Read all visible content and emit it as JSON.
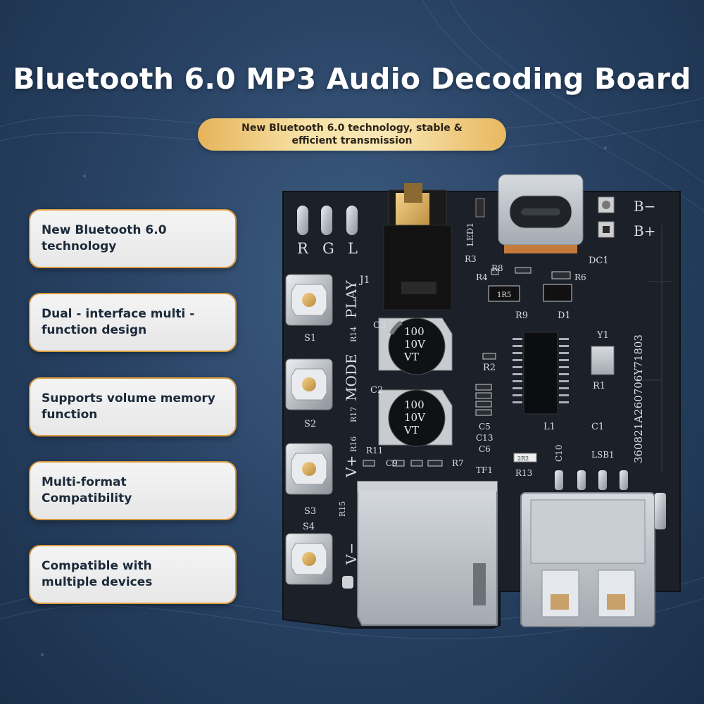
{
  "title": "Bluetooth 6.0 MP3 Audio Decoding Board",
  "subtitle": "New Bluetooth 6.0 technology, stable & efficient transmission",
  "features": [
    "New Bluetooth 6.0 technology",
    "Dual - interface multi - function design",
    "Supports volume memory function",
    "Multi-format Compatibility",
    "Compatible with multiple devices"
  ],
  "board": {
    "pads": [
      "R",
      "G",
      "L"
    ],
    "power_labels": [
      "B−",
      "B+"
    ],
    "button_labels": [
      "PLAY",
      "MODE",
      "V+",
      "V−"
    ],
    "switches": [
      "S1",
      "S2",
      "S3",
      "S4"
    ],
    "components": {
      "j1": "J1",
      "led1": "LED1",
      "r3": "R3",
      "r4": "R4",
      "r8": "R8",
      "r6": "R6",
      "dc1": "DC1",
      "r9": "R9",
      "d1": "D1",
      "y1": "Y1",
      "r1": "R1",
      "c1": "C1",
      "l1": "L1",
      "r2": "R2",
      "c3": "C3",
      "c2": "C2",
      "r14": "R14",
      "r17": "R17",
      "r16": "R16",
      "r15": "R15",
      "r11": "R11",
      "c9": "C9",
      "r7": "R7",
      "c5": "C5",
      "c13": "C13",
      "c6": "C6",
      "tf1": "TF1",
      "r13": "R13",
      "c10": "C10",
      "lsb1": "LSB1"
    },
    "capacitor_marking": [
      "100",
      "10V",
      "VT"
    ],
    "resistor_marking": "1R5",
    "small_marking": "2R2",
    "serial": "360821A260706Y71803"
  },
  "colors": {
    "accent_gold": "#e8b45c",
    "board": "#1b2029",
    "silkscreen": "#d9dde3"
  }
}
